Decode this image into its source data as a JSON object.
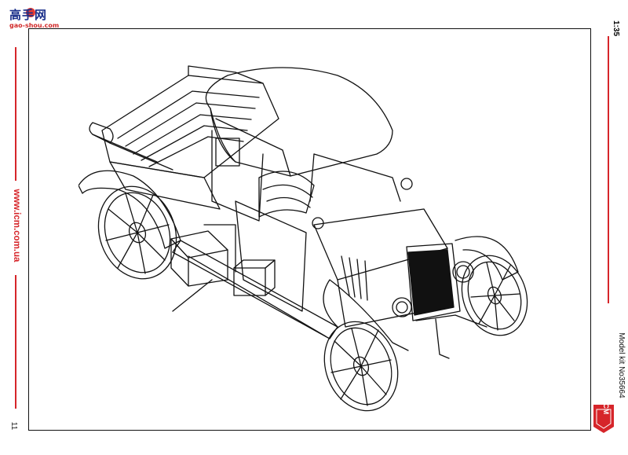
{
  "watermark": {
    "title": "高手网",
    "url": "gao-shou.com"
  },
  "sheet": {
    "scale": "1:35",
    "site": "www.icm.com.ua",
    "kit_number": "Model kit No35664",
    "page_number": "11",
    "brand": "ICM"
  },
  "colors": {
    "accent_red": "#d6252a",
    "line": "#111111",
    "watermark_blue": "#1a2f8a"
  }
}
